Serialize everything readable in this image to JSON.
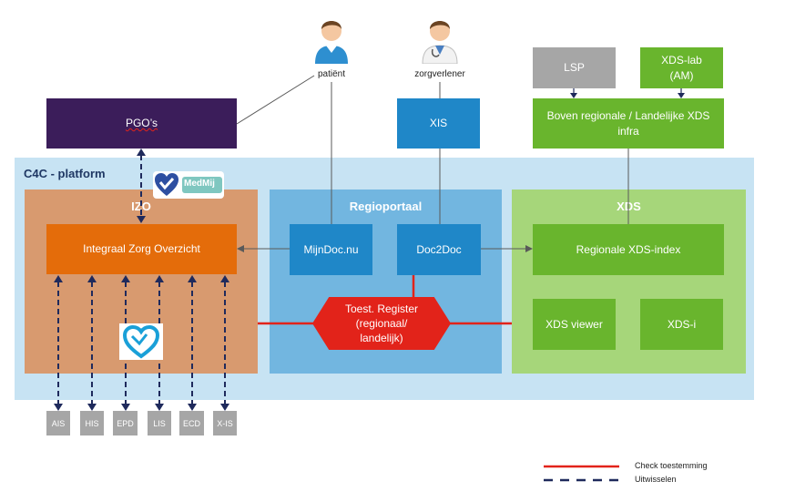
{
  "platform": {
    "title": "C4C - platform"
  },
  "actors": {
    "patient": "patiënt",
    "provider": "zorgverlener"
  },
  "boxes": {
    "pgo": "PGO’s",
    "xis": "XIS",
    "lsp": "LSP",
    "xds_lab": "XDS-lab (AM)",
    "national": "Boven regionale / Landelijke XDS infra",
    "izo_panel": "IZO",
    "izo_overview": "Integraal Zorg Overzicht",
    "regioportaal": "Regioportaal",
    "mijndoc": "MijnDoc.nu",
    "doc2doc": "Doc2Doc",
    "consent_register": "Toest. Register (regionaal/ landelijk)",
    "xds_panel": "XDS",
    "xds_index": "Regionale XDS-index",
    "xds_viewer": "XDS viewer",
    "xds_i": "XDS-i"
  },
  "logos": {
    "medmij": "MedMij"
  },
  "systems": [
    "AIS",
    "HIS",
    "EPD",
    "LIS",
    "ECD",
    "X-IS"
  ],
  "legend": {
    "check": "Check toestemming",
    "exchange": "Uitwisselen"
  },
  "colors": {
    "platform_bg": "#c7e3f3",
    "izo_bg": "#d89a6f",
    "izo_box": "#e46c0a",
    "regio_bg": "#72b6e0",
    "regio_box": "#1f87c8",
    "xds_bg": "#a6d67a",
    "xds_box": "#69b52d",
    "pgo": "#3b1d5a",
    "consent": "#e2231a",
    "exchange": "#1f2a5c"
  }
}
